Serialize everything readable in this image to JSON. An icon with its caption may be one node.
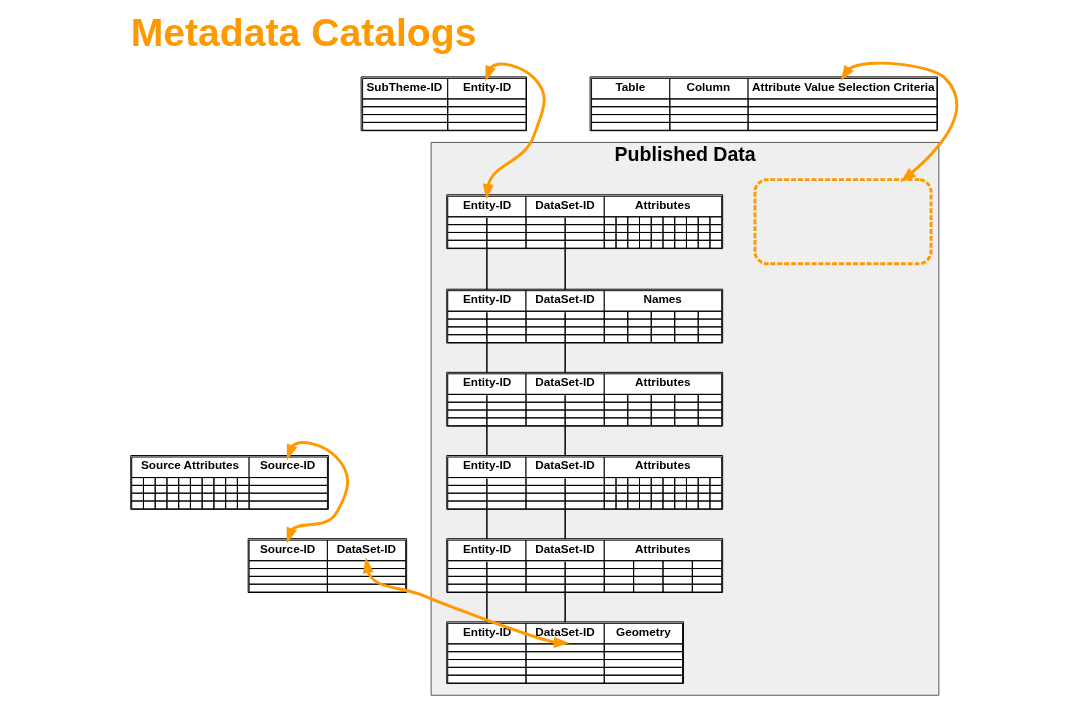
{
  "diagram": {
    "title": "Metadata Catalogs",
    "nodes": [
      {
        "text": [
          "Published Data"
        ]
      },
      {
        "text": [],
        "shape": "box",
        "in": 0
      },
      {
        "text": [
          "Entity-ID",
          "DataSet-ID",
          "Attributes"
        ],
        "in": 0
      },
      {
        "text": [
          "Entity-ID",
          "DataSet-ID",
          "Names"
        ],
        "in": 0
      },
      {
        "text": [
          "Entity-ID",
          "DataSet-ID",
          "Attributes"
        ],
        "in": 0
      },
      {
        "text": [
          "Entity-ID",
          "DataSet-ID",
          "Attributes"
        ],
        "in": 0
      },
      {
        "text": [
          "Entity-ID",
          "DataSet-ID",
          "Attributes"
        ],
        "in": 0
      },
      {
        "text": [
          "Entity-ID",
          "DataSet-ID",
          "Geometry"
        ],
        "in": 0
      },
      {
        "text": [
          "SubTheme-ID",
          "Entity-ID"
        ]
      },
      {
        "text": [
          "Table",
          "Column",
          "Attribute Value Selection Criteria"
        ]
      },
      {
        "text": [
          "Source Attributes",
          "Source-ID"
        ]
      },
      {
        "text": [
          "Source-ID",
          "DataSet-ID"
        ]
      }
    ],
    "edges": [
      {
        "from": 8,
        "to": 2,
        "arrow": "both",
        "color": "#ff9900"
      },
      {
        "from": 9,
        "to": 1,
        "arrow": "both",
        "color": "#ff9900"
      },
      {
        "from": 10,
        "to": 11,
        "arrow": "both",
        "color": "#ff9900"
      },
      {
        "from": 11,
        "to": 7,
        "arrow": "both",
        "color": "#ff9900"
      },
      {
        "from": 2,
        "to": 3,
        "arrow": "none"
      },
      {
        "from": 2,
        "to": 3,
        "arrow": "none"
      },
      {
        "from": 3,
        "to": 4,
        "arrow": "none"
      },
      {
        "from": 3,
        "to": 4,
        "arrow": "none"
      },
      {
        "from": 4,
        "to": 5,
        "arrow": "none"
      },
      {
        "from": 4,
        "to": 5,
        "arrow": "none"
      },
      {
        "from": 5,
        "to": 6,
        "arrow": "none"
      },
      {
        "from": 5,
        "to": 6,
        "arrow": "none"
      },
      {
        "from": 6,
        "to": 7,
        "arrow": "none"
      },
      {
        "from": 6,
        "to": 7,
        "arrow": "none"
      }
    ]
  }
}
